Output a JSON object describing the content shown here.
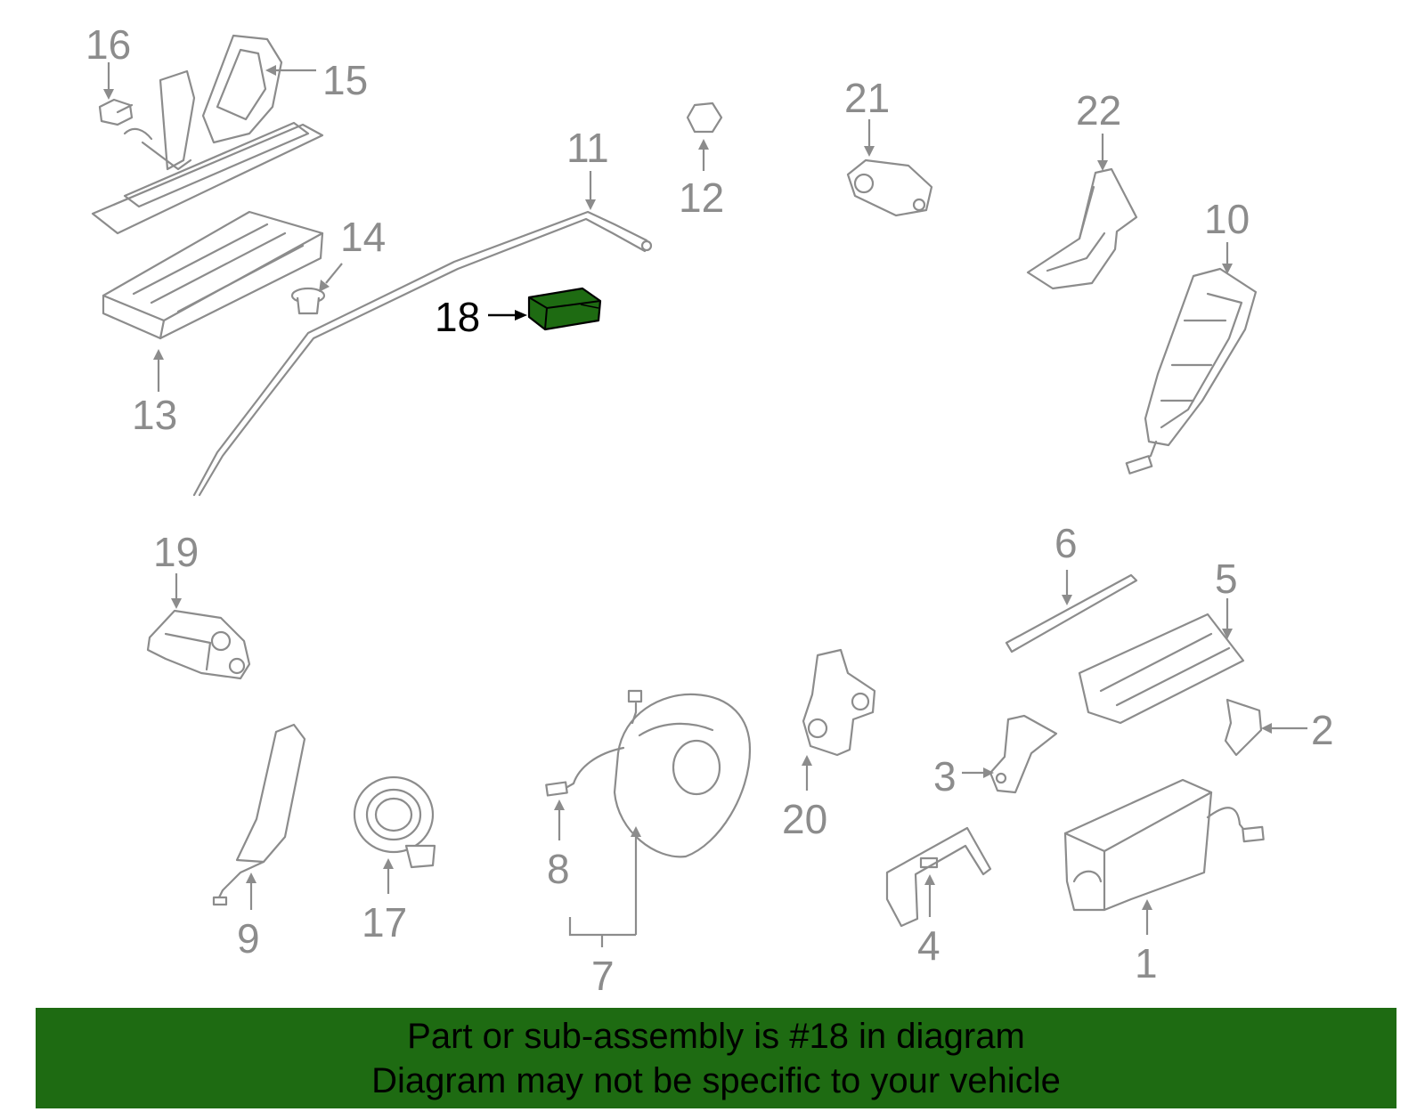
{
  "callouts": {
    "c1": "1",
    "c2": "2",
    "c3": "3",
    "c4": "4",
    "c5": "5",
    "c6": "6",
    "c7": "7",
    "c8": "8",
    "c9": "9",
    "c10": "10",
    "c11": "11",
    "c12": "12",
    "c13": "13",
    "c14": "14",
    "c15": "15",
    "c16": "16",
    "c17": "17",
    "c18": "18",
    "c19": "19",
    "c20": "20",
    "c21": "21",
    "c22": "22"
  },
  "highlighted_part": "18",
  "colors": {
    "highlight_fill": "#1e6b12",
    "line_art": "#8c8c8c",
    "banner_bg": "#1e6b12"
  },
  "banner": {
    "line1": "Part or sub-assembly is #18 in diagram",
    "line2": "Diagram may not be specific to your vehicle"
  }
}
